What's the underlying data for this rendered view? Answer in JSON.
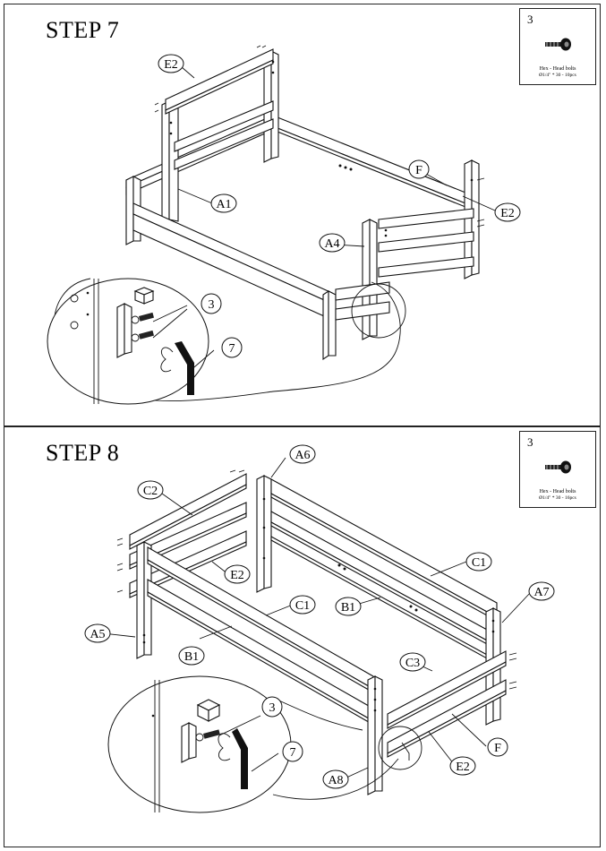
{
  "steps": [
    {
      "title": "STEP 7",
      "hardware": {
        "number": "3",
        "name": "Hex - Head bolts",
        "spec": "Ø1/4\" * 30 - 10pcs",
        "icon": "hex-bolt-icon"
      },
      "callouts": [
        "E2",
        "F",
        "E2",
        "A1",
        "A4",
        "3",
        "7"
      ]
    },
    {
      "title": "STEP 8",
      "hardware": {
        "number": "3",
        "name": "Hex - Head bolts",
        "spec": "Ø1/4\" * 30 - 16pcs",
        "icon": "hex-bolt-icon"
      },
      "callouts": [
        "A6",
        "C2",
        "E2",
        "C1",
        "B1",
        "A7",
        "A5",
        "C1",
        "B1",
        "C3",
        "F",
        "E2",
        "A8",
        "3",
        "7"
      ]
    }
  ]
}
